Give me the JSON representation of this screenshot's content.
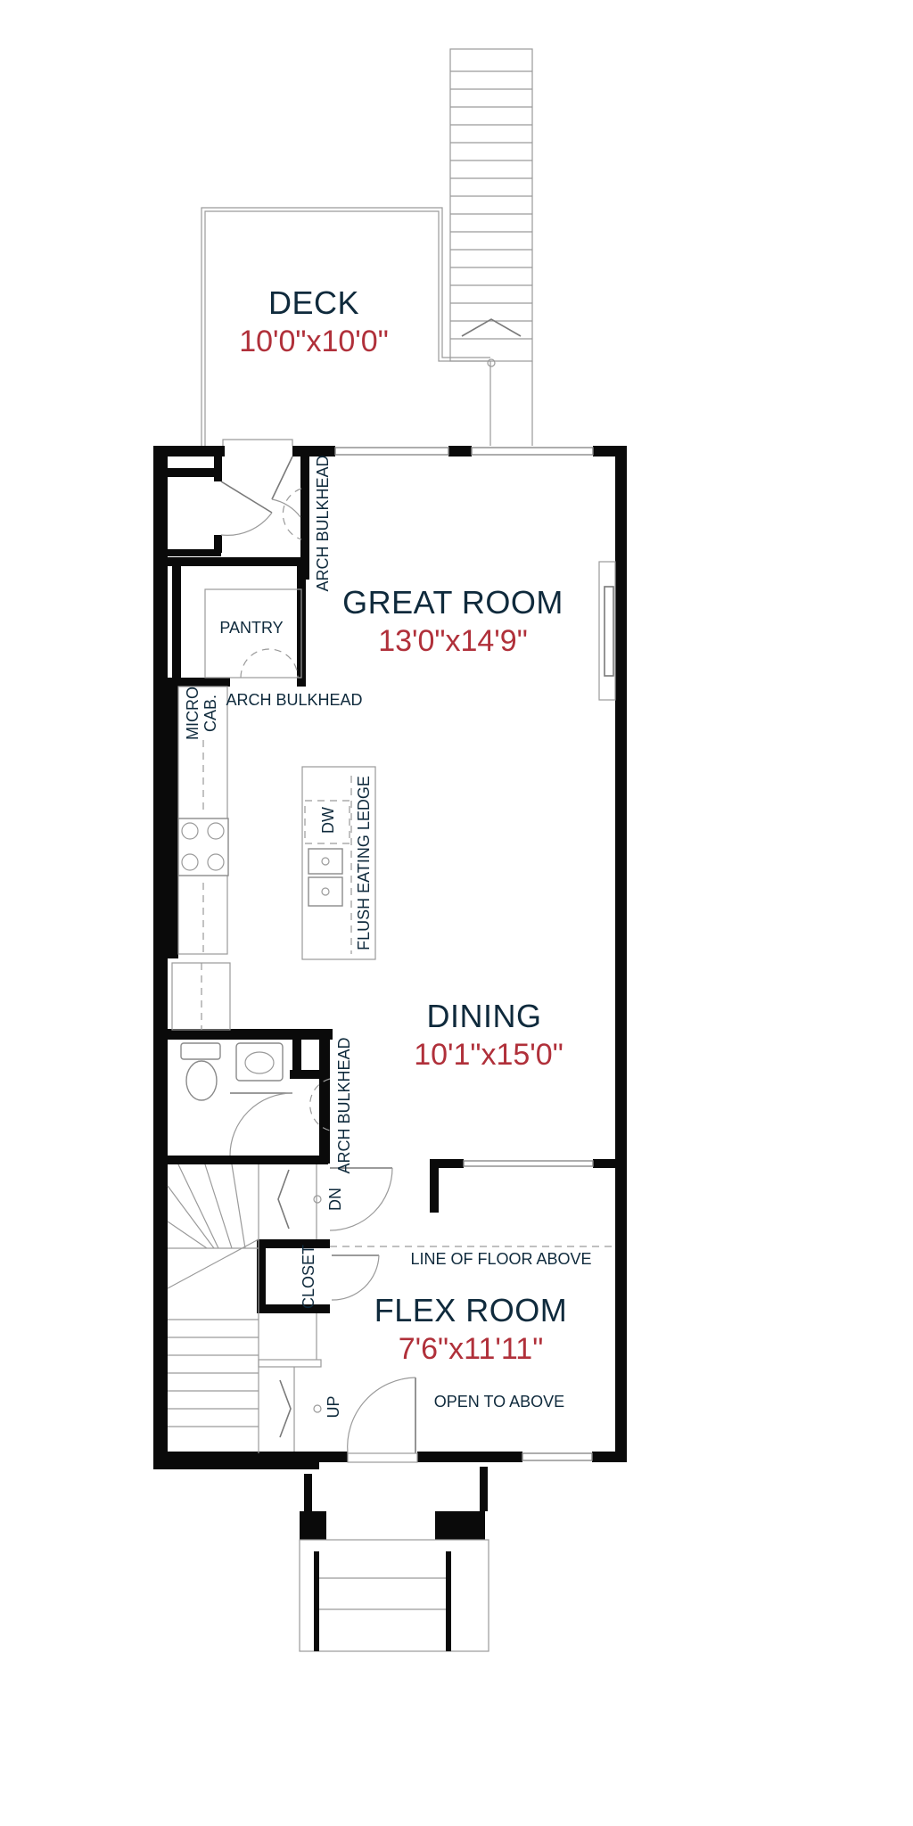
{
  "rooms": {
    "deck": {
      "name": "DECK",
      "size": "10'0\"x10'0\""
    },
    "great_room": {
      "name": "GREAT ROOM",
      "size": "13'0\"x14'9\""
    },
    "dining": {
      "name": "DINING",
      "size": "10'1\"x15'0\""
    },
    "flex_room": {
      "name": "FLEX ROOM",
      "size": "7'6\"x11'11\""
    }
  },
  "labels": {
    "pantry": "PANTRY",
    "micro_cab_line1": "MICRO",
    "micro_cab_line2": "CAB.",
    "arch_bulkhead": "ARCH BULKHEAD",
    "dw": "DW",
    "flush_eating_ledge": "FLUSH EATING LEDGE",
    "dn": "DN",
    "up": "UP",
    "closet": "CLOSET",
    "line_of_floor_above": "LINE OF FLOOR ABOVE",
    "open_to_above": "OPEN TO ABOVE"
  },
  "colors": {
    "room_title": "#0f2a3c",
    "dimension": "#b0303a",
    "wall": "#0a0a0a"
  }
}
